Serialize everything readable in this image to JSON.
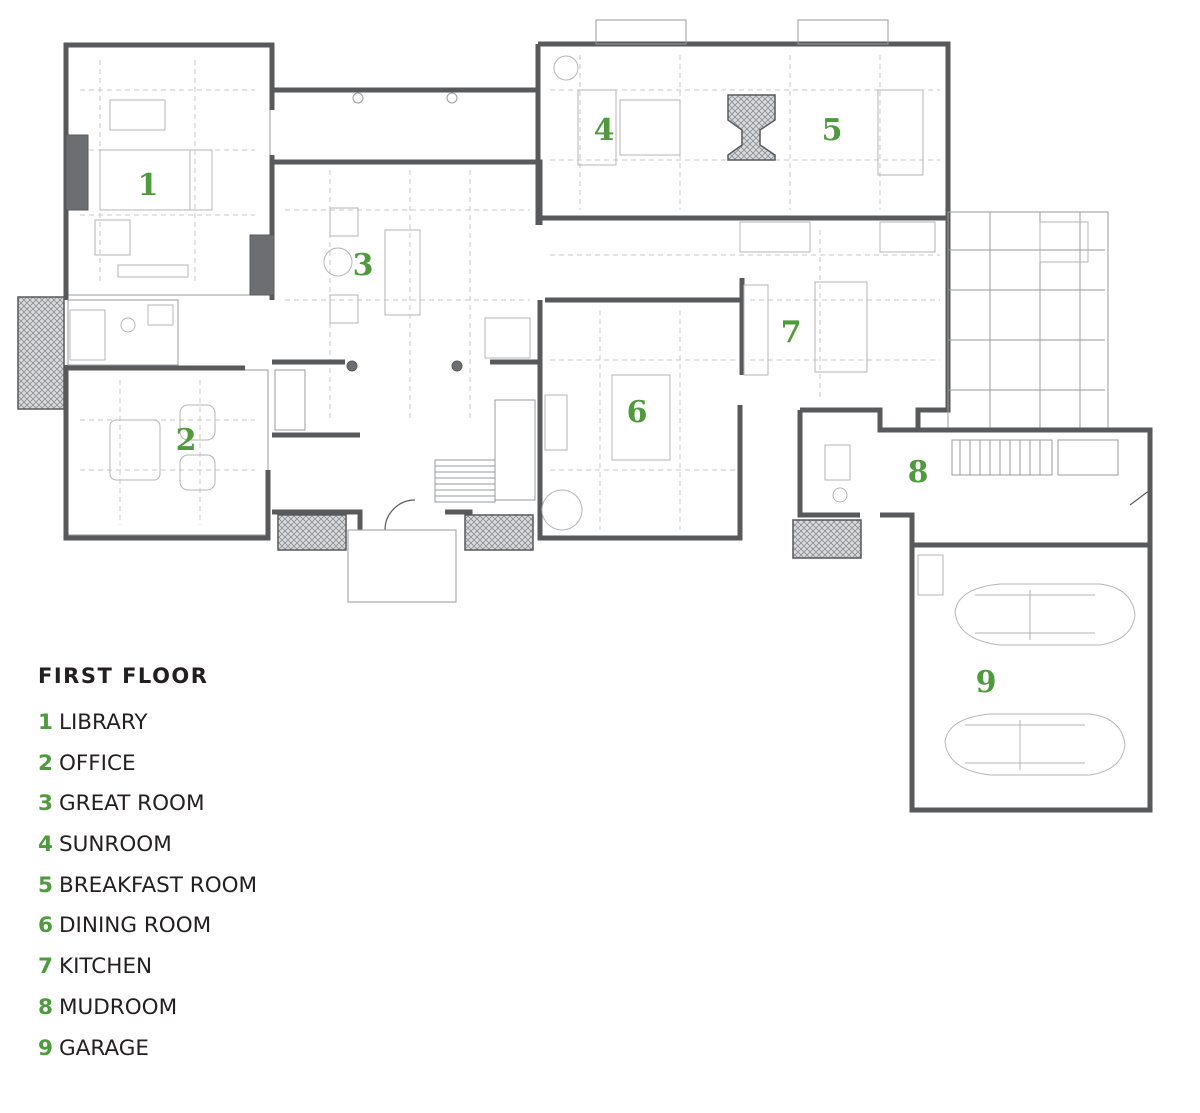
{
  "rooms": [
    {
      "number": "1",
      "name": "LIBRARY"
    },
    {
      "number": "2",
      "name": "OFFICE"
    },
    {
      "number": "3",
      "name": "GREAT ROOM"
    },
    {
      "number": "4",
      "name": "SUNROOM"
    },
    {
      "number": "5",
      "name": "BREAKFAST ROOM"
    },
    {
      "number": "6",
      "name": "DINING ROOM"
    },
    {
      "number": "7",
      "name": "KITCHEN"
    },
    {
      "number": "8",
      "name": "MUDROOM"
    },
    {
      "number": "9",
      "name": "GARAGE"
    }
  ],
  "legend": {
    "title": "FIRST FLOOR"
  },
  "colors": {
    "accent": "#4e9a3c",
    "wall": "#6d6e71",
    "text": "#231f20"
  }
}
